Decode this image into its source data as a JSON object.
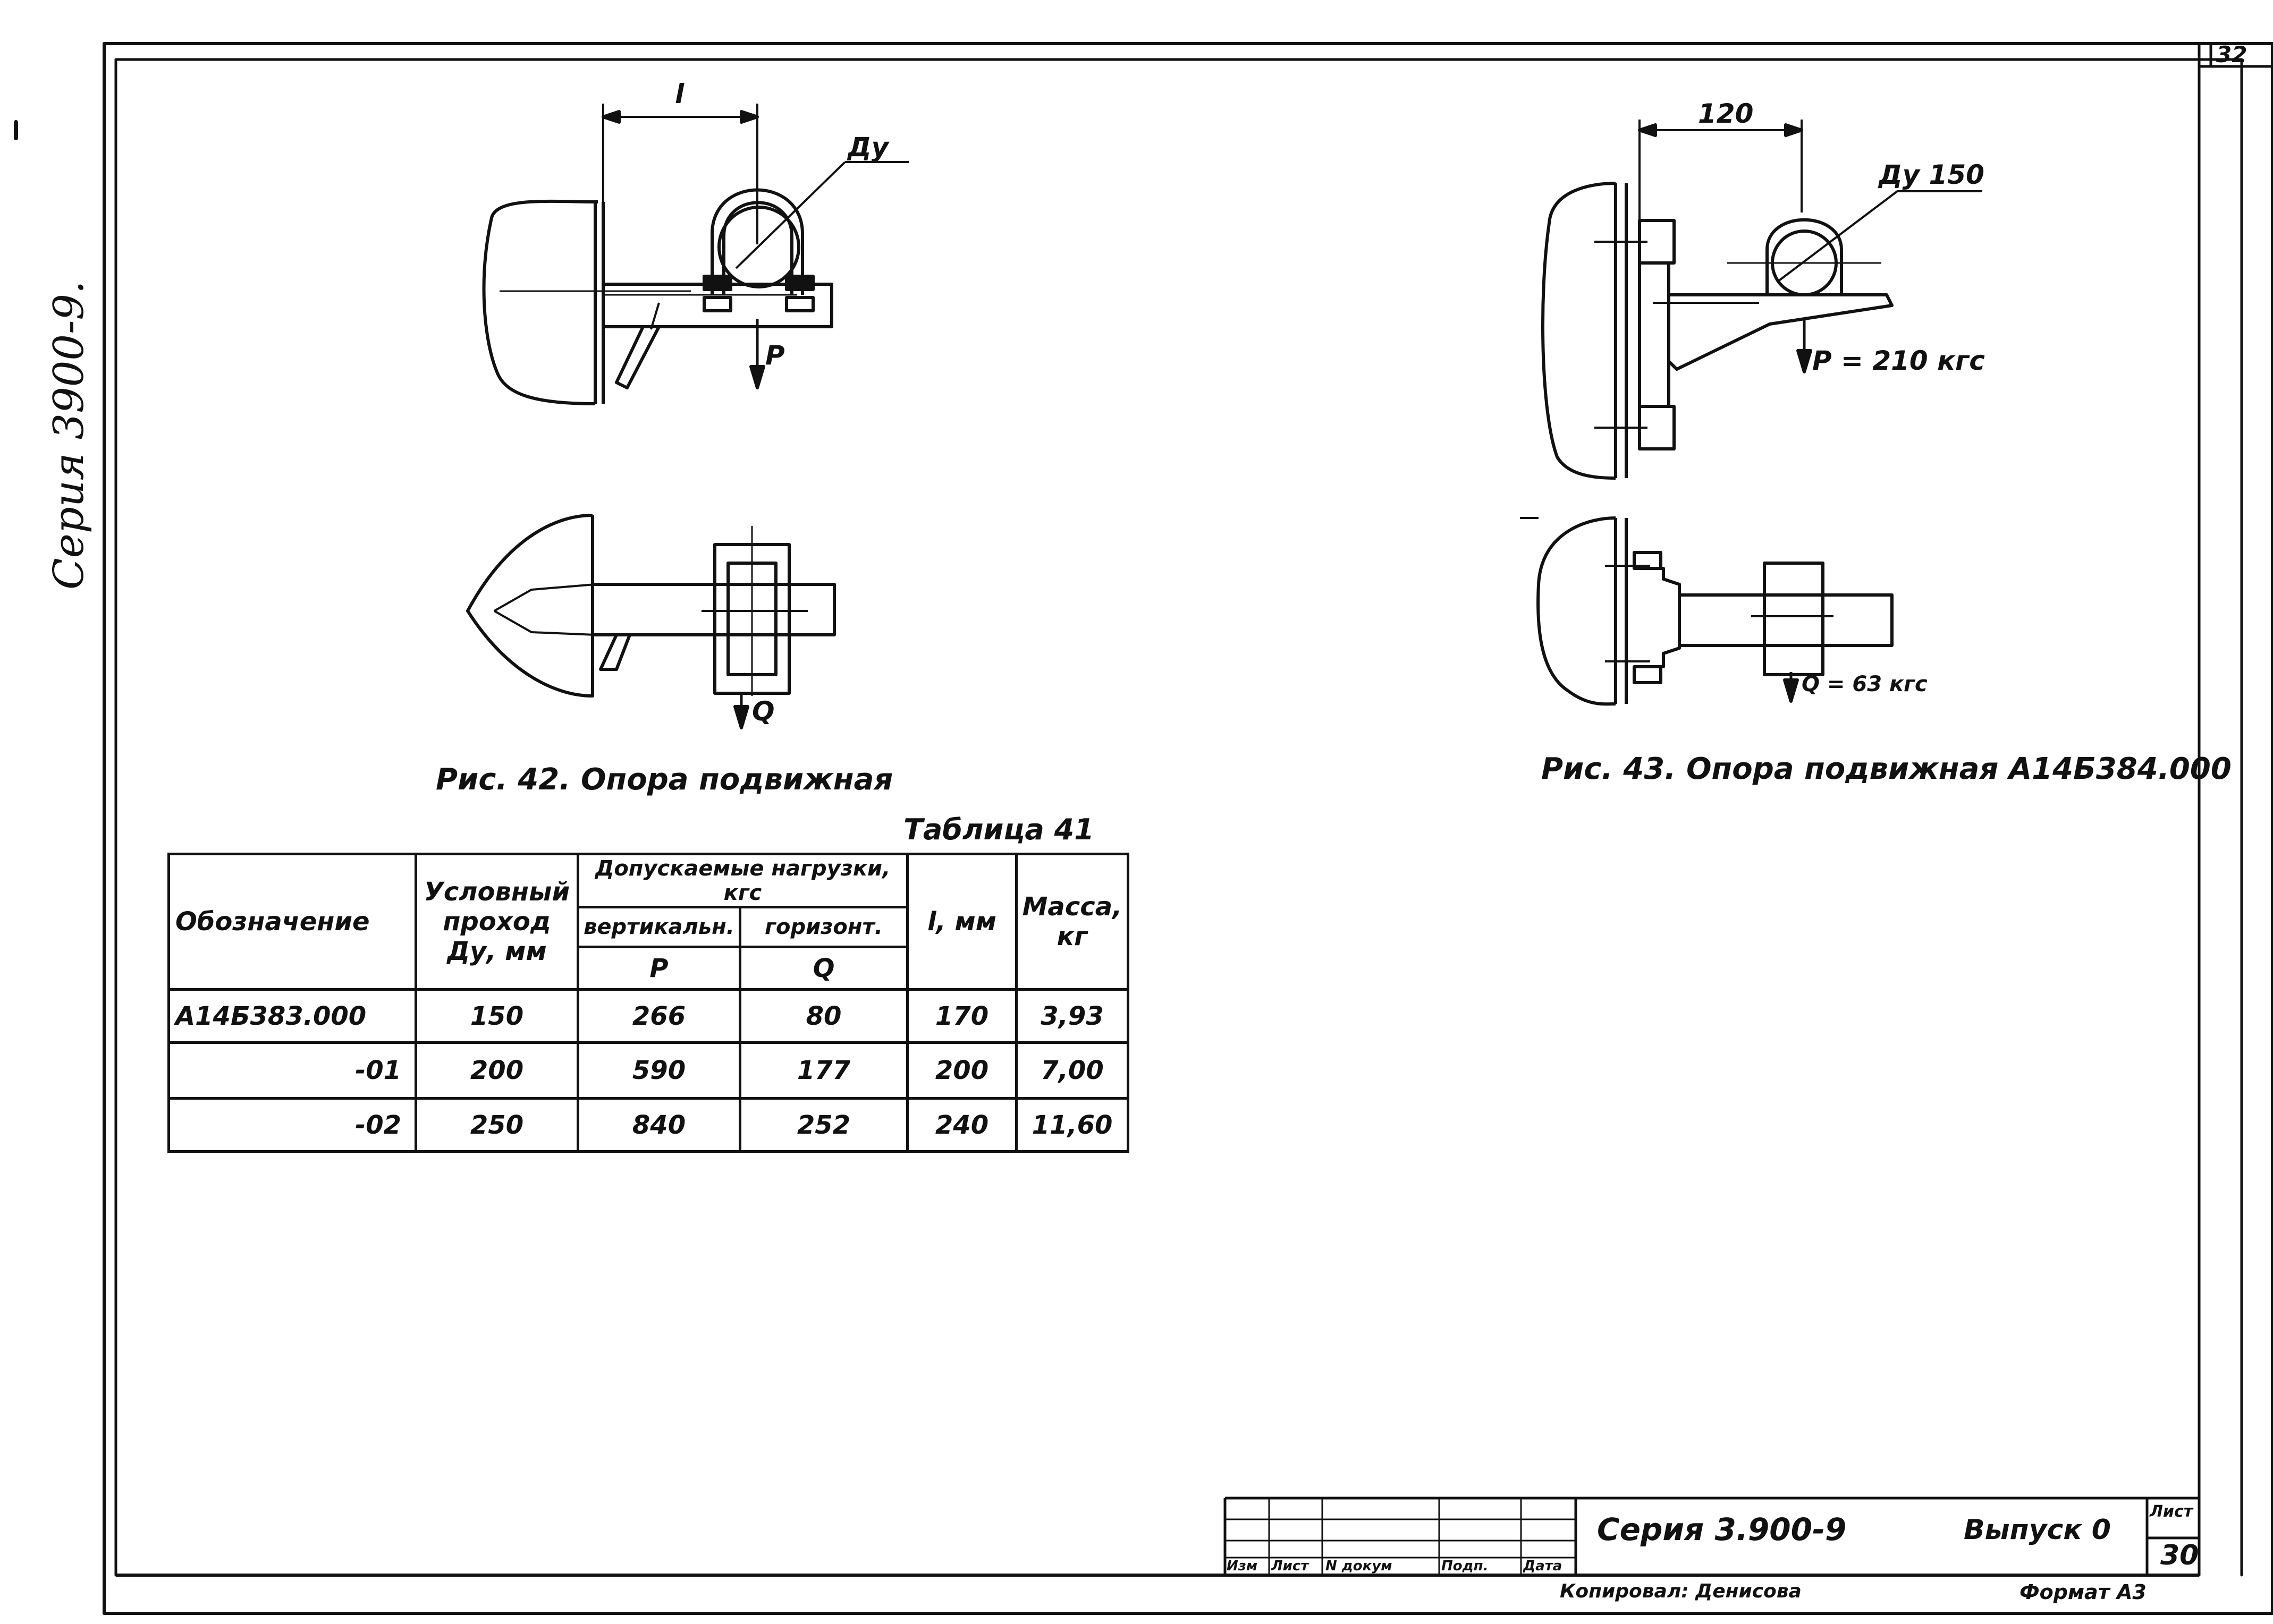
{
  "sheet_number": "32",
  "side_label": "Серия 3900-9.",
  "fig42": {
    "caption": "Рис. 42. Опора подвижная",
    "dim_length": "l",
    "label_du": "Ду",
    "label_p": "P",
    "label_q": "Q"
  },
  "fig43": {
    "caption": "Рис. 43. Опора подвижная  А14Б384.000",
    "dim_length": "120",
    "label_du": "Ду 150",
    "label_p": "P = 210 кгс",
    "label_q": "Q = 63 кгс"
  },
  "table": {
    "title": "Таблица 41",
    "headers": {
      "designation": "Обозначение",
      "nominal_bore_line1": "Условный",
      "nominal_bore_line2": "проход",
      "nominal_bore_line3": "Ду, мм",
      "allowed_loads": "Допускаемые нагрузки, кгс",
      "vertical": "вертикальн.",
      "horizontal": "горизонт.",
      "vertical_symbol": "P",
      "horizontal_symbol": "Q",
      "length": "l, мм",
      "mass_line1": "Масса,",
      "mass_line2": "кг"
    },
    "rows": [
      {
        "designation": "А14Б383.000",
        "du": "150",
        "p": "266",
        "q": "80",
        "l": "170",
        "mass": "3,93"
      },
      {
        "designation": "-01",
        "du": "200",
        "p": "590",
        "q": "177",
        "l": "200",
        "mass": "7,00"
      },
      {
        "designation": "-02",
        "du": "250",
        "p": "840",
        "q": "252",
        "l": "240",
        "mass": "11,60"
      }
    ]
  },
  "title_block": {
    "col_headers": [
      "Изм",
      "Лист",
      "N докум",
      "Подп.",
      "Дата"
    ],
    "series": "Серия 3.900-9",
    "issue": "Выпуск 0",
    "sheet_label": "Лист",
    "sheet_value": "30",
    "copied_by": "Копировал: Денисова",
    "format": "Формат А3"
  }
}
